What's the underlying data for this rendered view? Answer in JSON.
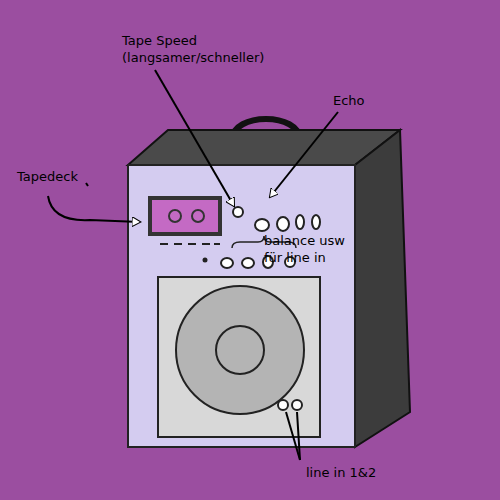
{
  "diagram": {
    "labels": [
      "Tape Speed (langsamer/schneller)",
      "Echo",
      "Tapedeck",
      "balance usw für line in",
      "line in 1&2"
    ]
  }
}
